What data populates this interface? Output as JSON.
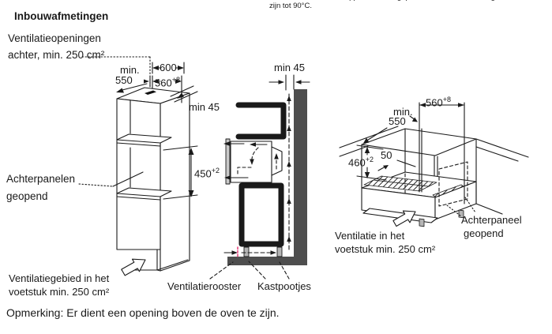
{
  "page": {
    "heading": "Inbouwafmetingen",
    "top_note_bullet": "▪",
    "top_note_line1": "De ombouw waarin het apparaat wordt geplaatst moet hittebestendig",
    "top_note_line2": "zijn tot 90°C.",
    "bottom_note": "Opmerking: Er dient een opening boven de oven te zijn."
  },
  "left_diagram": {
    "label_vent_line1": "Ventilatieopeningen",
    "label_vent_line2": "achter, min. 250 cm²",
    "label_back_panels_line1": "Achterpanelen",
    "label_back_panels_line2": "geopend",
    "label_plinth_vent_line1": "Ventilatiegebied in het",
    "label_plinth_vent_line2": "voetstuk min. 250 cm²",
    "dim_depth_label": "min.",
    "dim_depth_value": "550",
    "dim_width_outer": "600",
    "dim_width_inner": "560",
    "dim_width_inner_tol": "+8",
    "dim_top_gap": "min 45",
    "dim_niche_height": "450",
    "dim_niche_height_tol": "+2"
  },
  "middle_diagram": {
    "dim_wall_gap": "min 45",
    "label_grille": "Ventilatierooster",
    "label_feet": "Kastpootjes"
  },
  "right_diagram": {
    "dim_depth_label": "min.",
    "dim_depth_value": "550",
    "dim_width": "560",
    "dim_width_tol": "+8",
    "dim_height": "460",
    "dim_height_tol": "+2",
    "dim_gap": "50",
    "label_plinth_vent_line1": "Ventilatie in het",
    "label_plinth_vent_line2": "voetstuk min. 250 cm²",
    "label_back_panel_line1": "Achterpaneel",
    "label_back_panel_line2": "geopend"
  },
  "colors": {
    "line": "#1a1a1a",
    "wall": "#4e4e4e",
    "foot": "#b5b5b5",
    "grille_mark": "#e8457e"
  }
}
